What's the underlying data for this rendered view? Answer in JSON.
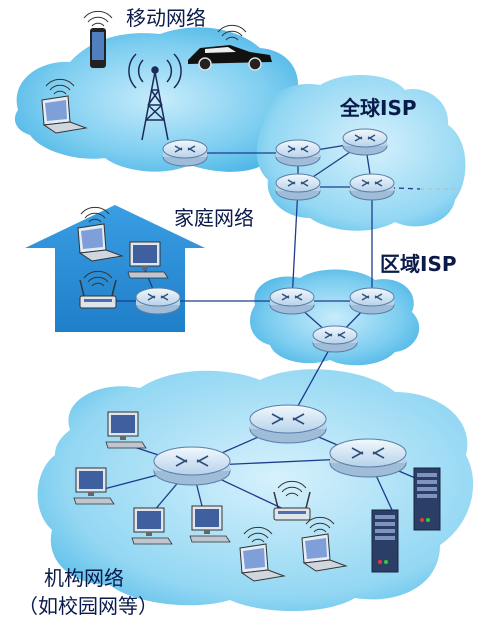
{
  "labels": {
    "mobile": "移动网络",
    "global_isp": "全球ISP",
    "home": "家庭网络",
    "regional_isp": "区域ISP",
    "institution_line1": "机构网络",
    "institution_line2": "（如校园网等）"
  },
  "colors": {
    "cloud": "#45b8e6",
    "cloud_light": "#bfe7f7",
    "home_house": "#2a8fd9",
    "link": "#1f3c8c",
    "router_fill": "#cfe3f4",
    "router_stroke": "#5a7fa6"
  },
  "icons": [
    "router-icon",
    "laptop-icon",
    "desktop-pc-icon",
    "smartphone-icon",
    "car-icon",
    "cell-tower-icon",
    "wifi-router-icon",
    "server-icon",
    "house-icon"
  ]
}
